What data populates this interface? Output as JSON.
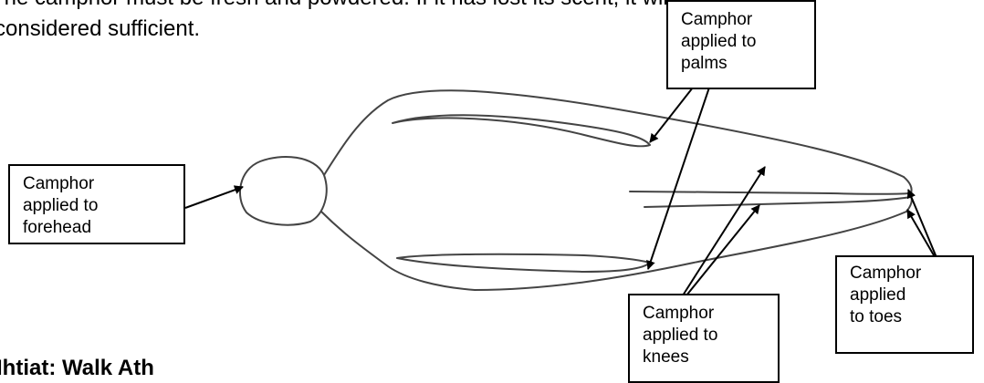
{
  "text": {
    "line1": "The camphor must be fresh and powdered. If it has lost its scent, it will not",
    "line2": "considered sufficient.",
    "heading_fragment": "Ihtiat: Walk Ath"
  },
  "callouts": {
    "palms": [
      "Camphor",
      "applied to",
      "palms"
    ],
    "forehead": [
      "Camphor",
      "applied to",
      "forehead"
    ],
    "knees": [
      "Camphor",
      "applied to",
      "knees"
    ],
    "toes": [
      "Camphor",
      "applied",
      "to toes"
    ]
  }
}
